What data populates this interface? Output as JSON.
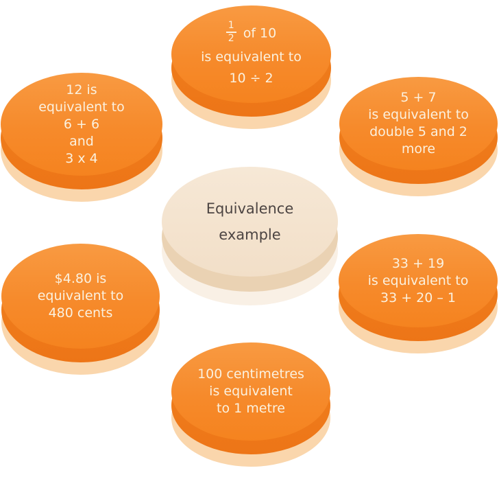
{
  "title": "Equivalence example diagram",
  "colors": {
    "background": "#ffffff",
    "orange_face": "#f68a2b",
    "orange_face_highlight": "#f89a42",
    "orange_rim": "#ee7a1b",
    "orange_base_shadow": "#fad6ac",
    "beige_face": "#f3e2cc",
    "beige_rim": "#ead2b3",
    "beige_base_shadow": "#f9f0e5",
    "orange_bubble_text": "#fbf1df",
    "center_bubble_text": "#4c4442"
  },
  "center_bubble": {
    "lines": [
      "Equivalence",
      "example"
    ]
  },
  "bubbles": {
    "top": {
      "fraction": {
        "numerator": "1",
        "denominator": "2"
      },
      "line1_rest": "of 10",
      "line2": "is equivalent to",
      "line3": "10 ÷ 2"
    },
    "top_left": {
      "lines": [
        "12 is",
        "equivalent to",
        "6 + 6",
        "and",
        "3 x 4"
      ]
    },
    "top_right": {
      "lines": [
        "5 + 7",
        "is equivalent to",
        "double 5 and 2",
        "more"
      ]
    },
    "left": {
      "lines": [
        "$4.80 is",
        "equivalent to",
        "480 cents"
      ]
    },
    "right": {
      "lines": [
        "33 + 19",
        "is equivalent to",
        "33 + 20 – 1"
      ]
    },
    "bottom": {
      "lines": [
        "100 centimetres",
        "is equivalent",
        "to 1 metre"
      ]
    }
  }
}
